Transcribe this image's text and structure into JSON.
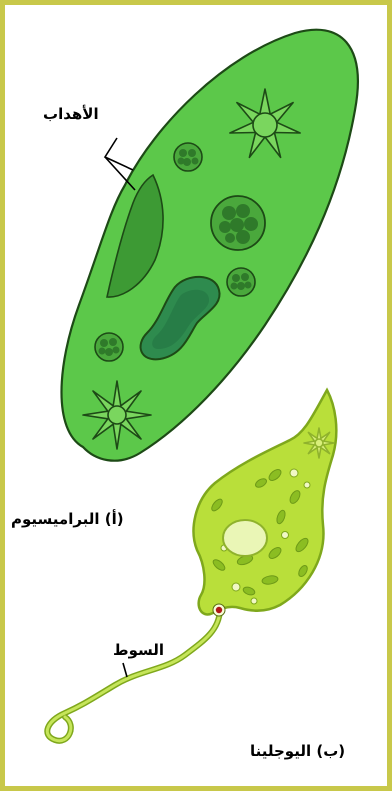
{
  "labels": {
    "cilia": "الأهداب",
    "paramecium": "(أ) البراميسيوم",
    "flagellum": "السوط",
    "euglena": "(ب) اليوجلينا"
  },
  "colors": {
    "frame_border": "#c8c84a",
    "paramecium_body": "#5cc84a",
    "paramecium_outline": "#1d4a16",
    "oral_groove": "#3d9a34",
    "macronucleus": "#2e8b4e",
    "euglena_body": "#b9df3a",
    "euglena_outline": "#7fa81c",
    "eyespot": "#b01818"
  },
  "icons": {
    "contractile_vacuole": "star-vacuole-icon",
    "food_vacuole": "food-vacuole-icon",
    "eyespot": "eyespot-icon"
  }
}
